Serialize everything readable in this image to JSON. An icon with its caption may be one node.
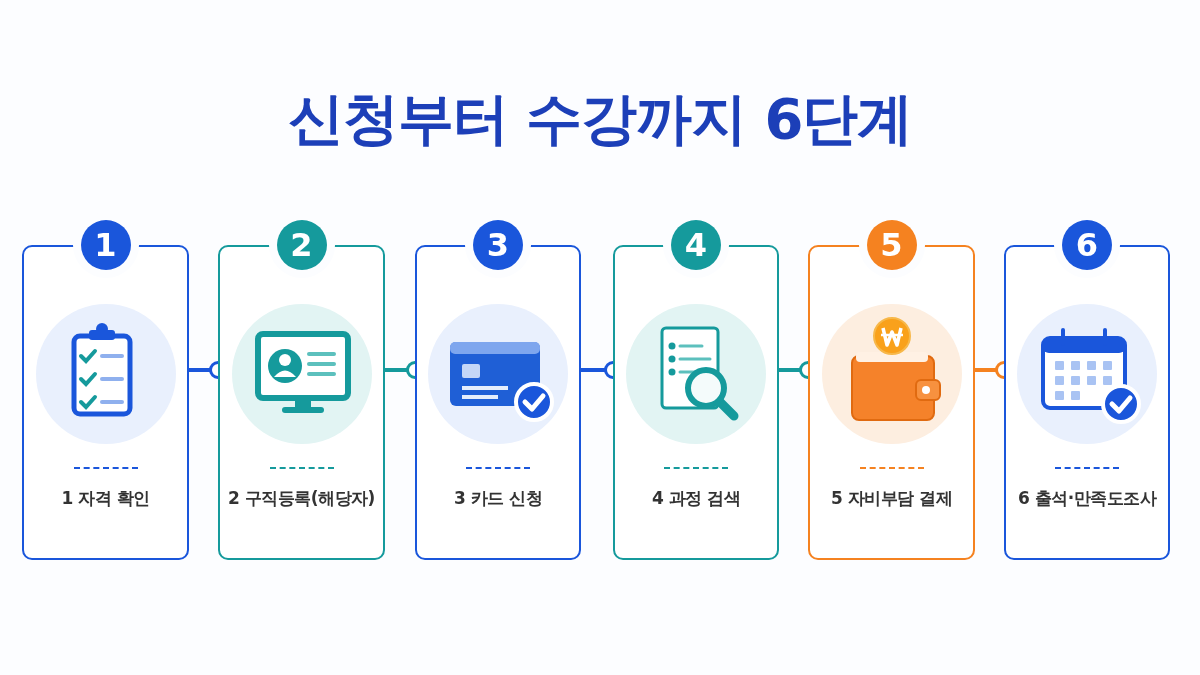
{
  "diagram": {
    "title": "신청부터 수강까지 **6단계**",
    "nodes": [
      {
        "text": [
          "1",
          "1 자격 확인"
        ]
      },
      {
        "text": [
          "2",
          "2 구직등록(해당자)"
        ]
      },
      {
        "text": [
          "3",
          "3 카드 신청"
        ]
      },
      {
        "text": [
          "4",
          "4 과정 검색"
        ]
      },
      {
        "text": [
          "5",
          "5 자비부담 결제"
        ]
      },
      {
        "text": [
          "6",
          "6 출석·만족도조사"
        ]
      }
    ],
    "edges": [
      {
        "from": 0,
        "to": 1,
        "arrow": "other",
        "color": "#1a56db"
      },
      {
        "from": 1,
        "to": 2,
        "arrow": "other",
        "color": "#159a9c"
      },
      {
        "from": 2,
        "to": 3,
        "arrow": "other",
        "color": "#1a56db"
      },
      {
        "from": 3,
        "to": 4,
        "arrow": "other",
        "color": "#159a9c"
      },
      {
        "from": 4,
        "to": 5,
        "arrow": "other",
        "color": "#f58220"
      }
    ]
  }
}
